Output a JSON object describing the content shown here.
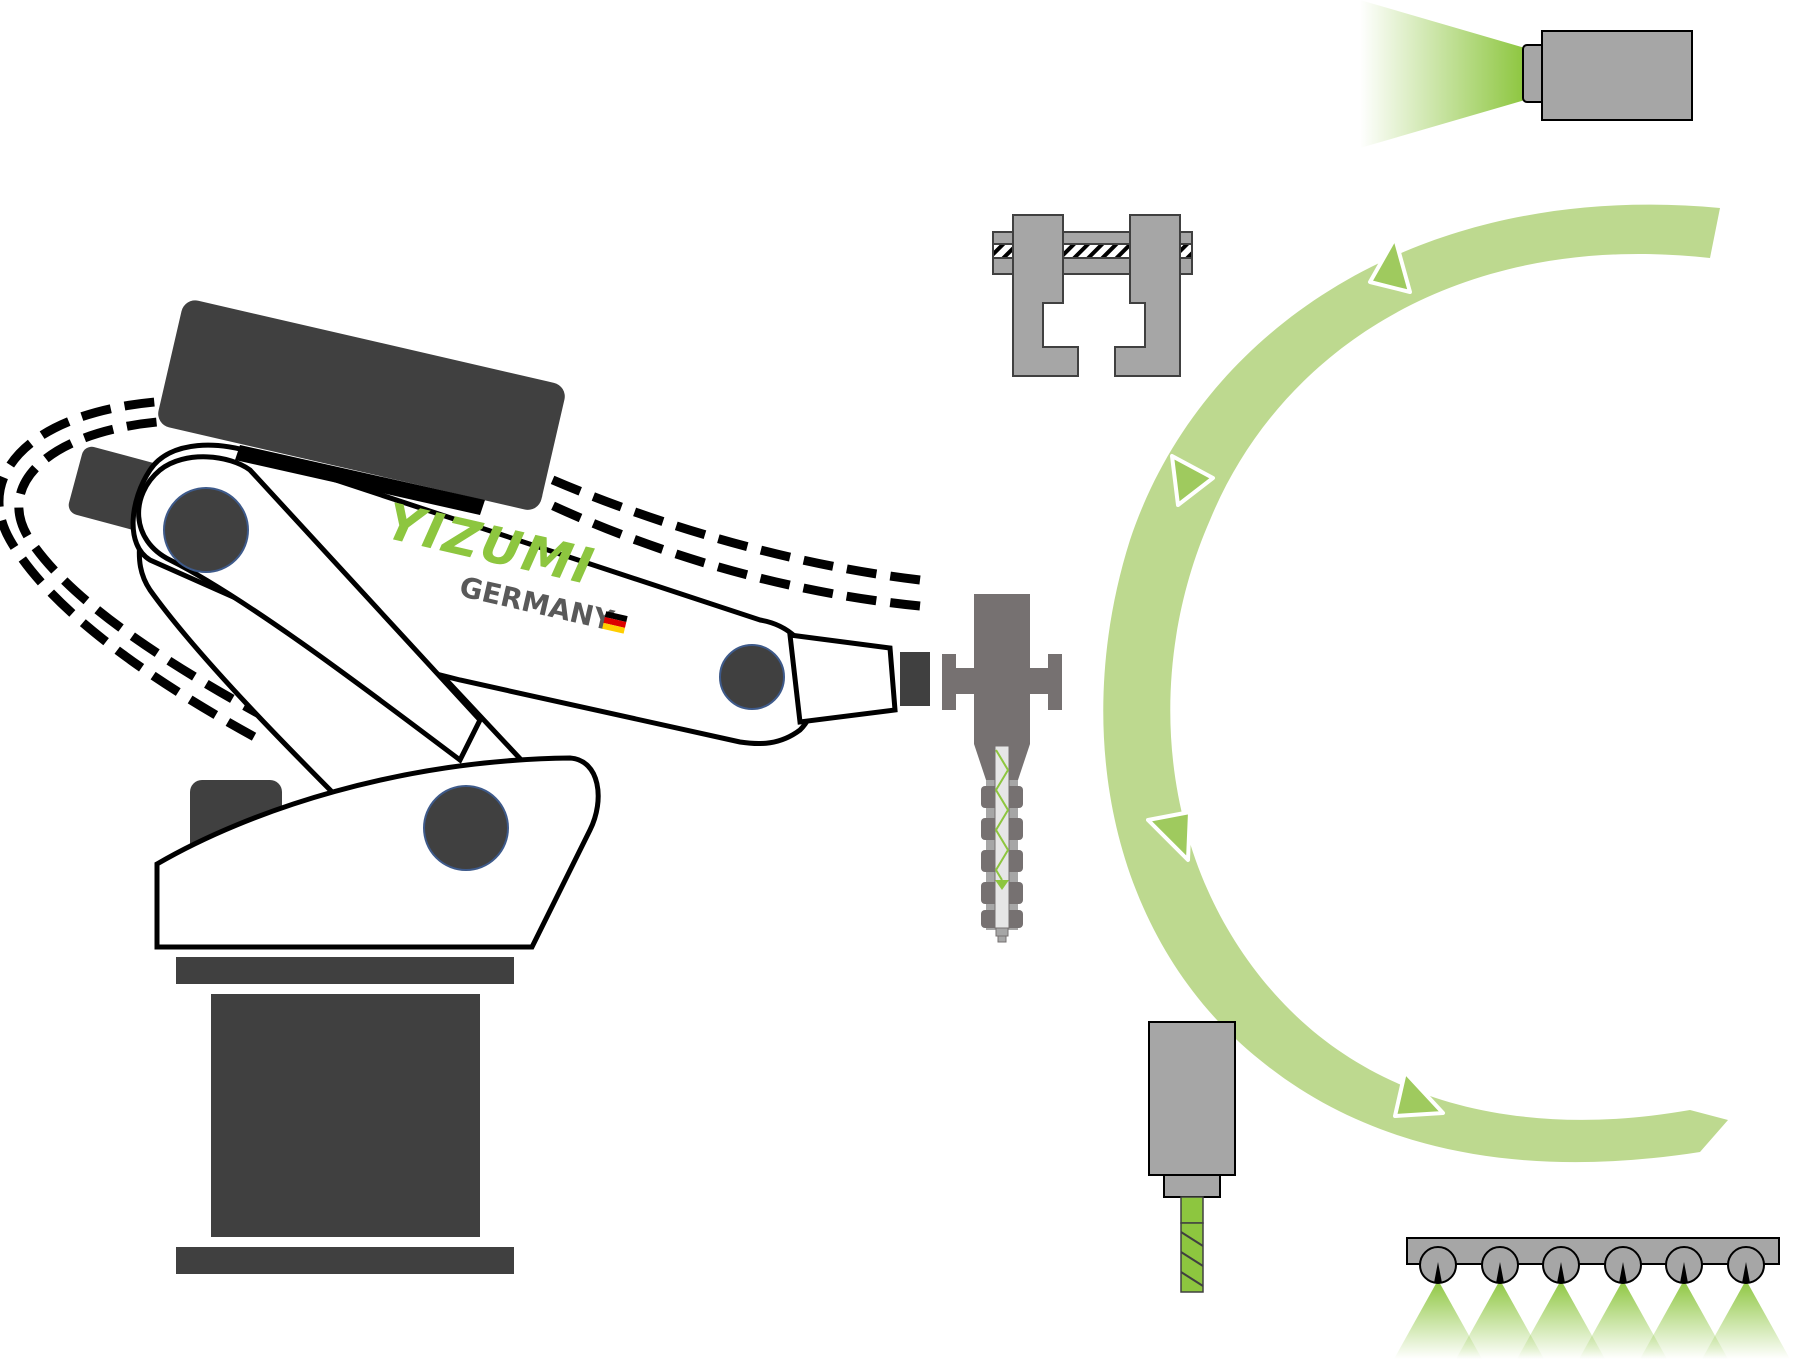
{
  "brand": {
    "name": "YIZUMI",
    "subtitle": "GERMANY",
    "flag_colors": [
      "#000000",
      "#dd0000",
      "#ffce00"
    ]
  },
  "colors": {
    "accent_green": "#8dc63f",
    "light_green": "#bdd98f",
    "dark_gray": "#404040",
    "mid_gray": "#a6a6a6",
    "tool_gray": "#767171",
    "outline": "#000000"
  },
  "stations": [
    {
      "id": "camera",
      "icon": "camera-icon"
    },
    {
      "id": "clamp",
      "icon": "clamp-icon"
    },
    {
      "id": "extruder",
      "icon": "extruder-icon"
    },
    {
      "id": "milling",
      "icon": "milling-spindle-icon"
    },
    {
      "id": "nozzle-bar",
      "icon": "spray-nozzle-icon"
    }
  ],
  "process_cycle": {
    "arrow_markers": 4,
    "direction": "counterclockwise"
  }
}
